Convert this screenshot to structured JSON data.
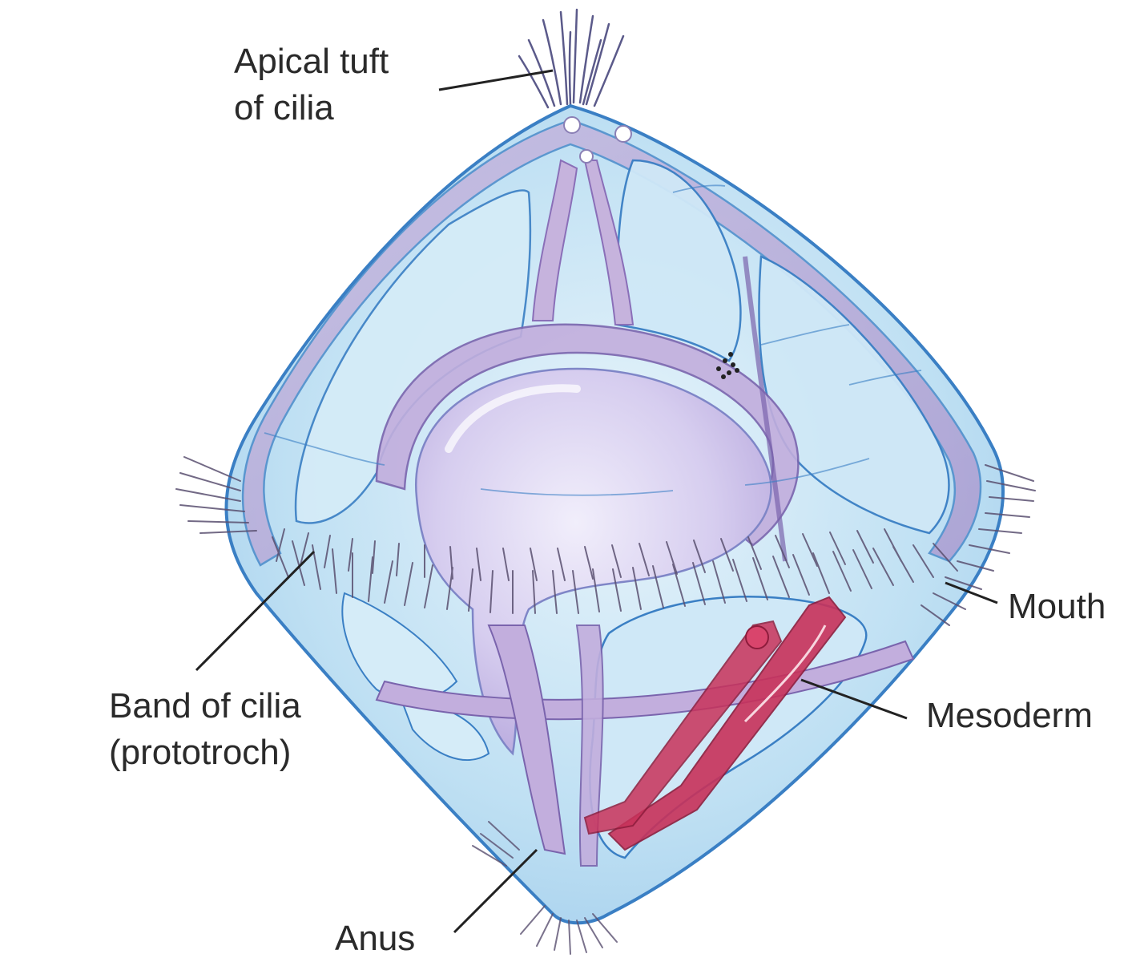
{
  "labels": {
    "apical_tuft": {
      "line1": "Apical tuft",
      "line2": "of cilia"
    },
    "mouth": "Mouth",
    "mesoderm": "Mesoderm",
    "band": {
      "line1": "Band of cilia",
      "line2": "(prototroch)"
    },
    "anus": "Anus"
  },
  "colors": {
    "outline": "#3a7fc4",
    "body_fill": "#bfe0f3",
    "band_tissue": "#b59fd0",
    "gut": "#cfc4ea",
    "mesoderm": "#c8325a",
    "cilia": "#5a5070",
    "leader": "#222222",
    "text": "#2a2a2a"
  },
  "icons": {
    "larva": "trochophore-larva-illustration"
  }
}
